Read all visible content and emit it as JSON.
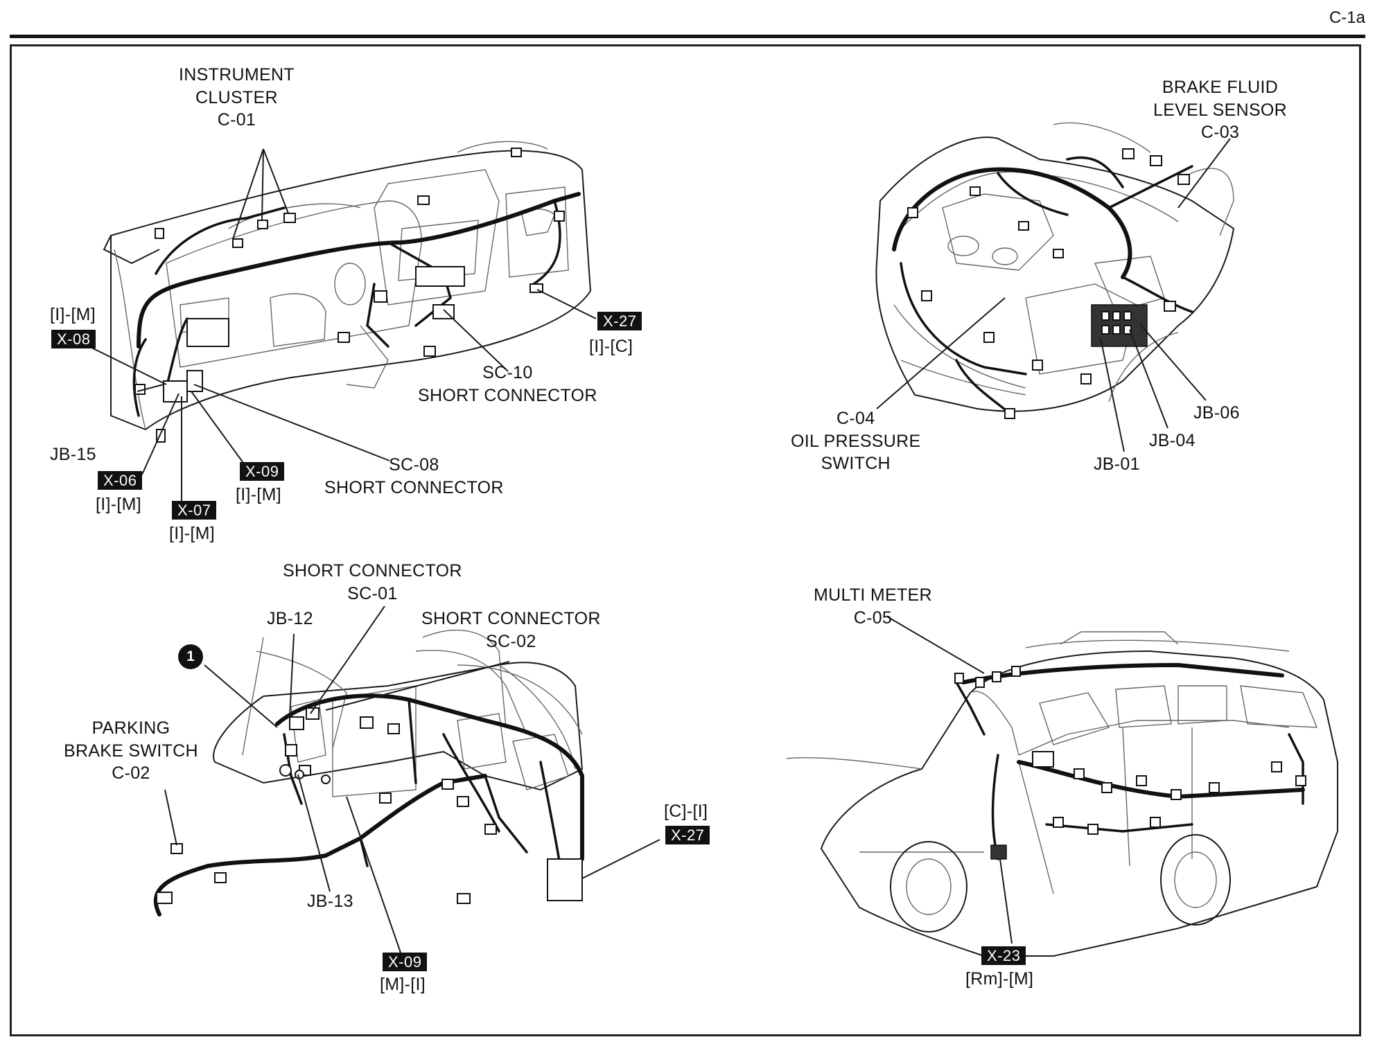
{
  "page_code": "C-1a",
  "panel_dash": {
    "instrument_cluster": [
      "INSTRUMENT",
      "CLUSTER",
      "C-01"
    ],
    "x08": {
      "tag": "X-08",
      "ref": "[I]-[M]"
    },
    "x27": {
      "tag": "X-27",
      "ref": "[I]-[C]"
    },
    "sc10": [
      "SC-10",
      "SHORT CONNECTOR"
    ],
    "jb15": "JB-15",
    "x06": {
      "tag": "X-06",
      "ref": "[I]-[M]"
    },
    "x07": {
      "tag": "X-07",
      "ref": "[I]-[M]"
    },
    "x09": {
      "tag": "X-09",
      "ref": "[I]-[M]"
    },
    "sc08": [
      "SC-08",
      "SHORT CONNECTOR"
    ]
  },
  "panel_engine": {
    "brake_fluid": [
      "BRAKE FLUID",
      "LEVEL SENSOR",
      "C-03"
    ],
    "oil_pressure": [
      "C-04",
      "OIL PRESSURE",
      "SWITCH"
    ],
    "jb06": "JB-06",
    "jb04": "JB-04",
    "jb01": "JB-01"
  },
  "panel_console": {
    "sc01": [
      "SHORT CONNECTOR",
      "SC-01"
    ],
    "jb12": "JB-12",
    "sc02": [
      "SHORT CONNECTOR",
      "SC-02"
    ],
    "callout_number": "1",
    "parking_brake": [
      "PARKING",
      "BRAKE SWITCH",
      "C-02"
    ],
    "cx27": {
      "ref": "[C]-[I]",
      "tag": "X-27"
    },
    "jb13": "JB-13",
    "mx09": {
      "tag": "X-09",
      "ref": "[M]-[I]"
    }
  },
  "panel_vehicle": {
    "multi_meter": [
      "MULTI METER",
      "C-05"
    ],
    "x23": {
      "tag": "X-23",
      "ref": "[Rm]-[M]"
    }
  }
}
